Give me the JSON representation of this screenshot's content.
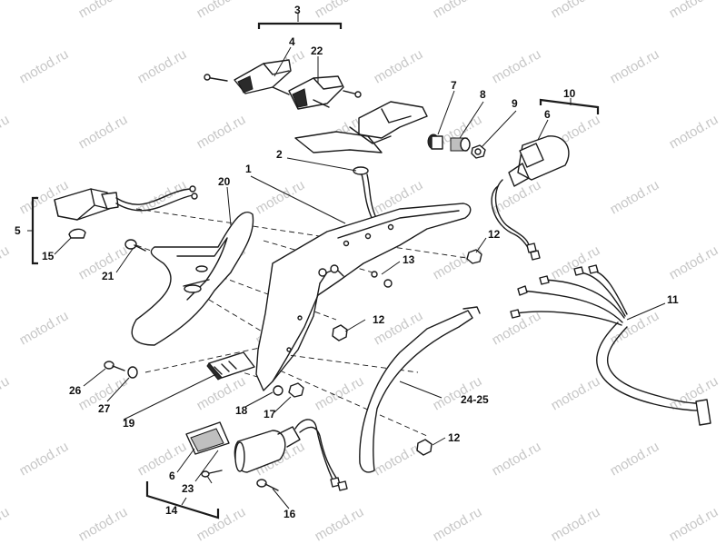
{
  "watermark": "motod.ru",
  "callouts": [
    {
      "id": "c1",
      "label": "1"
    },
    {
      "id": "c2",
      "label": "2"
    },
    {
      "id": "c3",
      "label": "3"
    },
    {
      "id": "c4",
      "label": "4"
    },
    {
      "id": "c5",
      "label": "5"
    },
    {
      "id": "c6a",
      "label": "6"
    },
    {
      "id": "c6b",
      "label": "6"
    },
    {
      "id": "c7",
      "label": "7"
    },
    {
      "id": "c8",
      "label": "8"
    },
    {
      "id": "c9",
      "label": "9"
    },
    {
      "id": "c10",
      "label": "10"
    },
    {
      "id": "c11",
      "label": "11"
    },
    {
      "id": "c12a",
      "label": "12"
    },
    {
      "id": "c12b",
      "label": "12"
    },
    {
      "id": "c12c",
      "label": "12"
    },
    {
      "id": "c13",
      "label": "13"
    },
    {
      "id": "c14",
      "label": "14"
    },
    {
      "id": "c15",
      "label": "15"
    },
    {
      "id": "c16",
      "label": "16"
    },
    {
      "id": "c17",
      "label": "17"
    },
    {
      "id": "c18",
      "label": "18"
    },
    {
      "id": "c19",
      "label": "19"
    },
    {
      "id": "c20",
      "label": "20"
    },
    {
      "id": "c21",
      "label": "21"
    },
    {
      "id": "c22",
      "label": "22"
    },
    {
      "id": "c23",
      "label": "23"
    },
    {
      "id": "c24",
      "label": "24-25"
    },
    {
      "id": "c26",
      "label": "26"
    },
    {
      "id": "c27",
      "label": "27"
    }
  ]
}
